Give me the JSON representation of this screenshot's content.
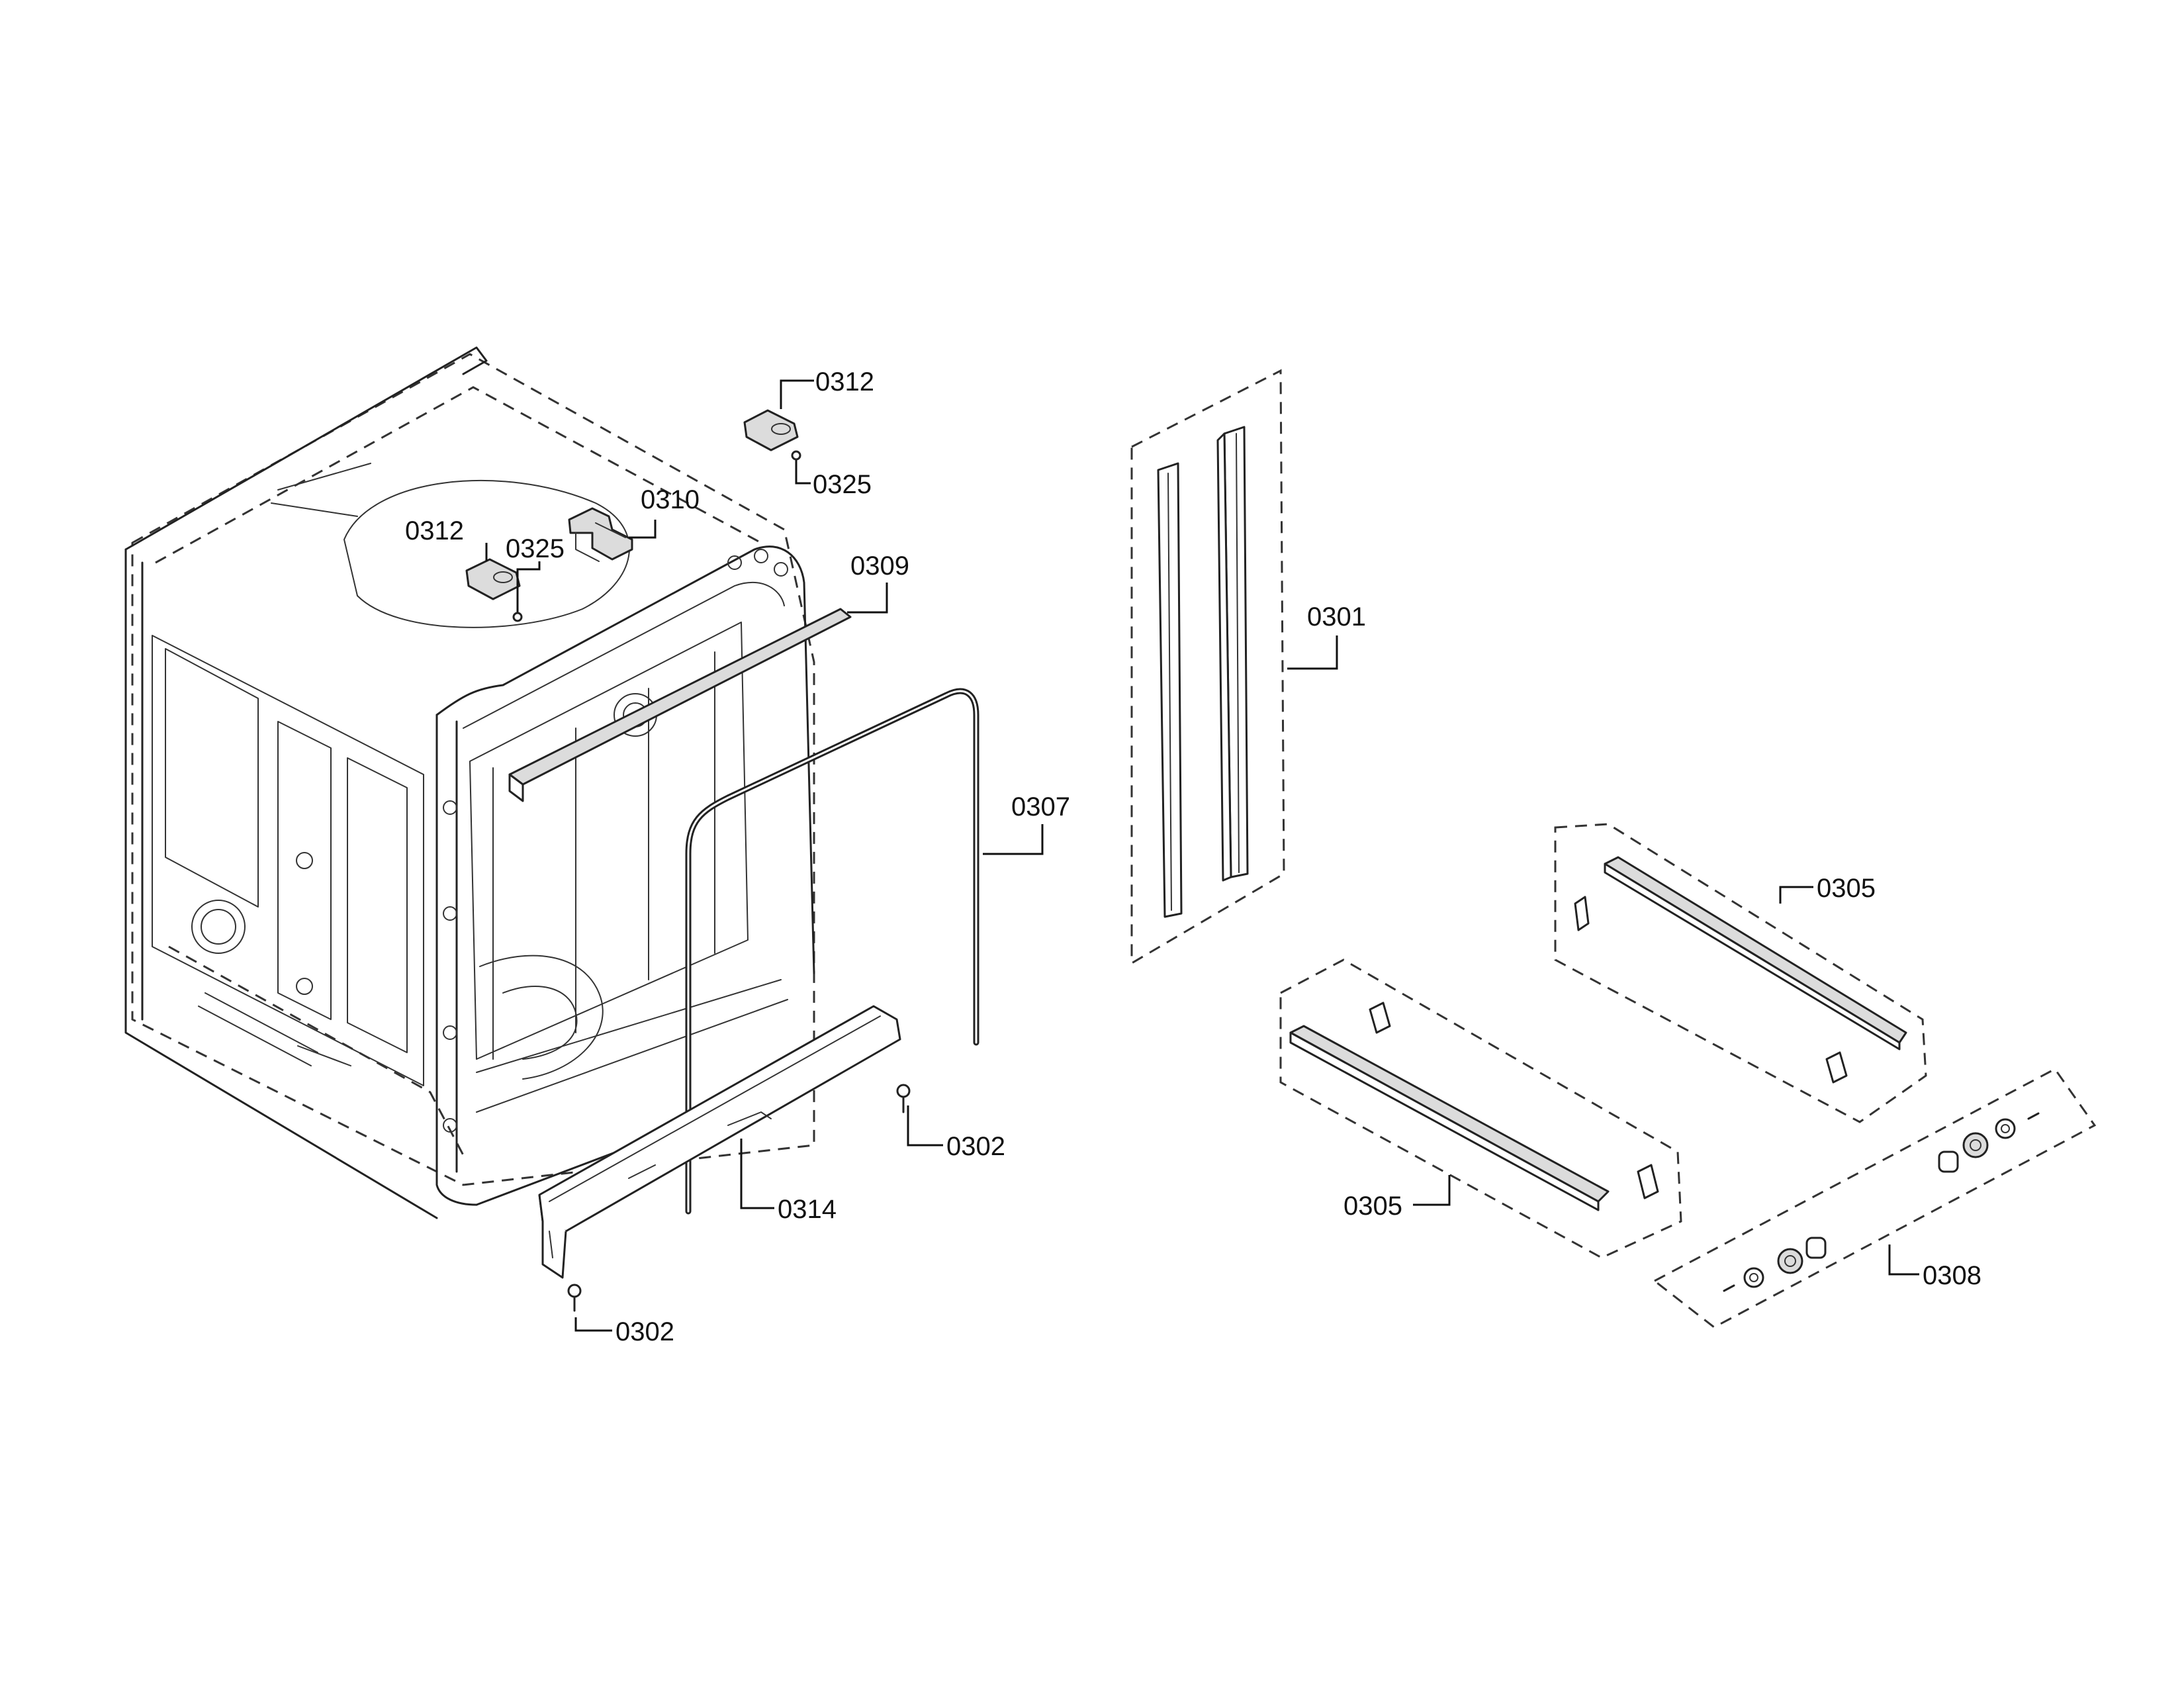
{
  "labels": {
    "p0312_top": "0312",
    "p0325_top": "0325",
    "p0310": "0310",
    "p0312_left": "0312",
    "p0325_left": "0325",
    "p0309": "0309",
    "p0307": "0307",
    "p0302_right": "0302",
    "p0314": "0314",
    "p0302_bottom": "0302",
    "p0301": "0301",
    "p0305_upper": "0305",
    "p0305_lower": "0305",
    "p0308": "0308"
  },
  "colors": {
    "line": "#222222",
    "background": "#ffffff"
  }
}
